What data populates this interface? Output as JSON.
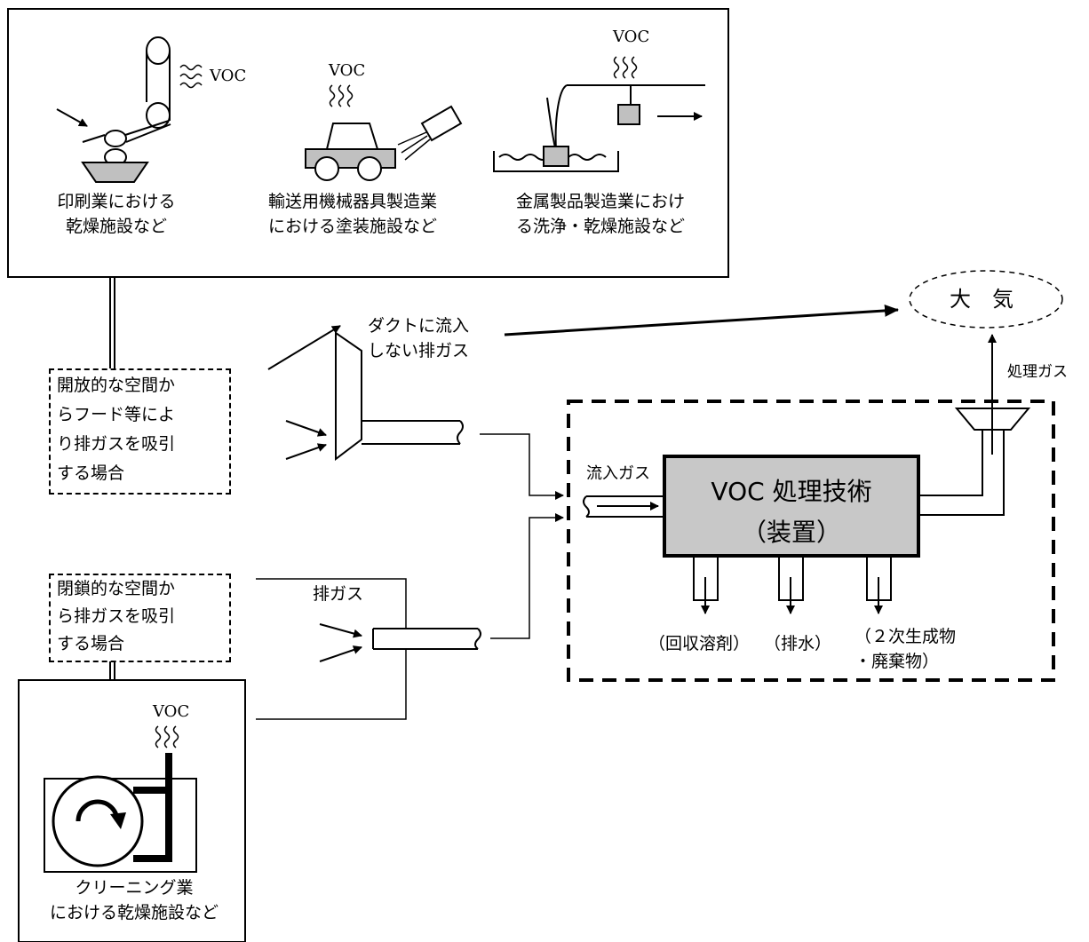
{
  "sources": {
    "printing": {
      "voc": "VOC",
      "line1": "印刷業における",
      "line2": "乾燥施設など"
    },
    "transport": {
      "voc": "VOC",
      "line1": "輸送用機械器具製造業",
      "line2": "における塗装施設など"
    },
    "metal": {
      "voc": "VOC",
      "line1": "金属製品製造業におけ",
      "line2": "る洗浄・乾燥施設など"
    },
    "cleaning": {
      "voc": "VOC",
      "line1": "クリーニング業",
      "line2": "における乾燥施設など"
    }
  },
  "collection": {
    "open_space": {
      "line1": "開放的な空間か",
      "line2": "らフード等によ",
      "line3": "り排ガスを吸引",
      "line4": "する場合"
    },
    "closed_space": {
      "line1": "閉鎖的な空間か",
      "line2": "ら排ガスを吸引",
      "line3": "する場合"
    },
    "exhaust_label": "排ガス"
  },
  "bypass": {
    "line1": "ダクトに流入",
    "line2": "しない排ガス"
  },
  "atmosphere_label": "大　気",
  "treated_gas_label": "処理ガス",
  "inflow_gas_label": "流入ガス",
  "treatment_unit": {
    "line1": "VOC 処理技術",
    "line2": "（装置）"
  },
  "outputs": {
    "recovered_solvent": "（回収溶剤）",
    "wastewater": "（排水）",
    "byproduct_line1": "（２次生成物",
    "byproduct_line2": "・廃棄物）"
  },
  "colors": {
    "line": "#000000",
    "unit_fill": "#c8c8c8",
    "part_fill": "#c0c0c0"
  }
}
